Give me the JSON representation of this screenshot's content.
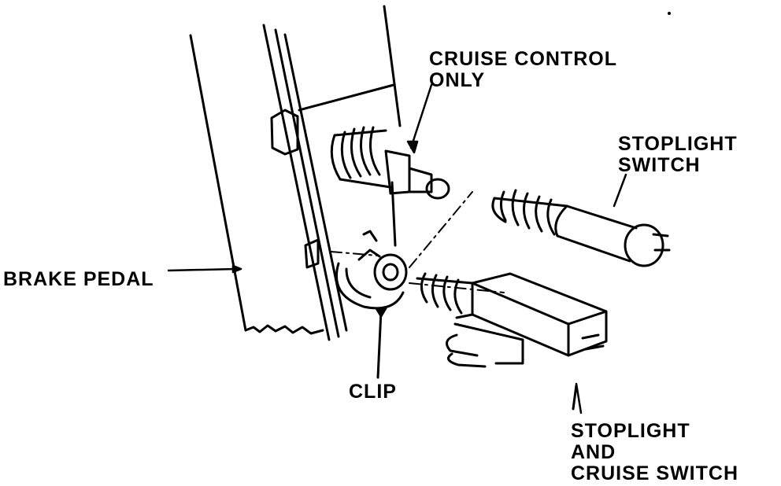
{
  "labels": {
    "cruise_control": [
      "CRUISE CONTROL",
      "ONLY"
    ],
    "stoplight_switch": [
      "STOPLIGHT",
      "SWITCH"
    ],
    "brake_pedal": "BRAKE PEDAL",
    "clip": "CLIP",
    "stoplight_and_cruise": [
      "STOPLIGHT",
      "AND",
      "CRUISE SWITCH"
    ]
  },
  "colors": {
    "ink": "#000000",
    "paper": "#ffffff"
  }
}
